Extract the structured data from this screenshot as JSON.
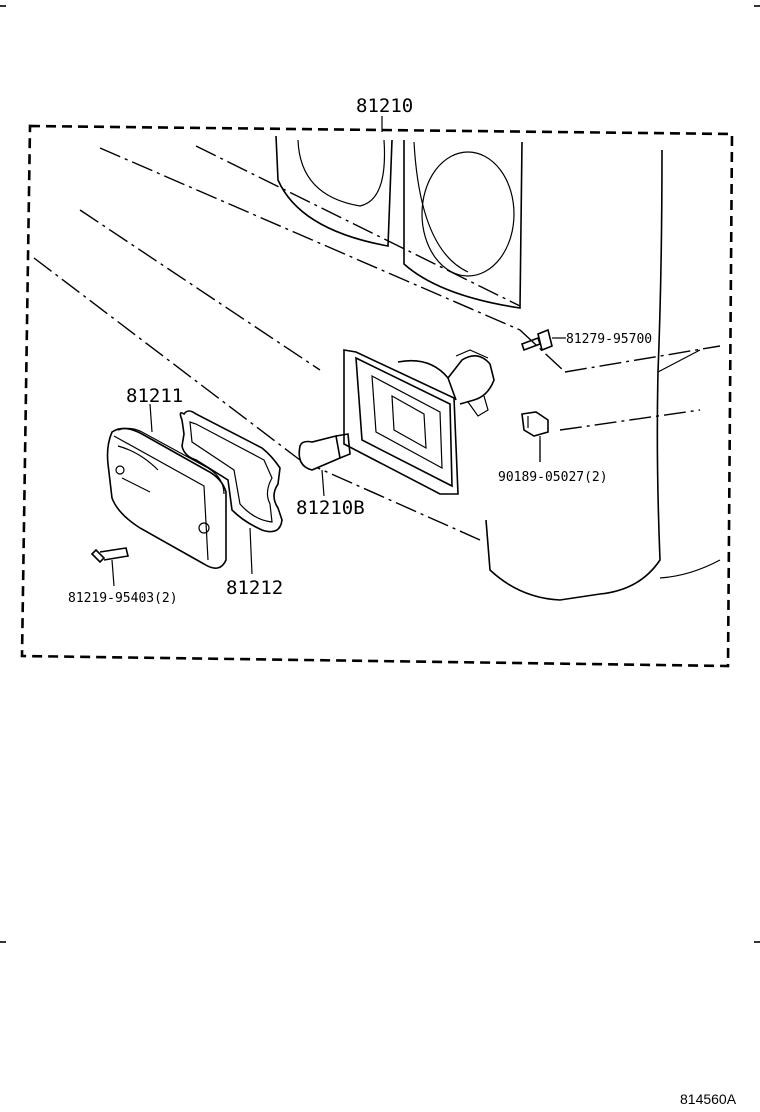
{
  "diagram": {
    "labels": {
      "assembly": "81210",
      "lens": "81211",
      "gasket": "81212",
      "bulb": "81210B",
      "screw": "81219-95403(2)",
      "top_screw": "81279-95700",
      "clip": "90189-05027(2)"
    },
    "figure_id": "814560A"
  }
}
